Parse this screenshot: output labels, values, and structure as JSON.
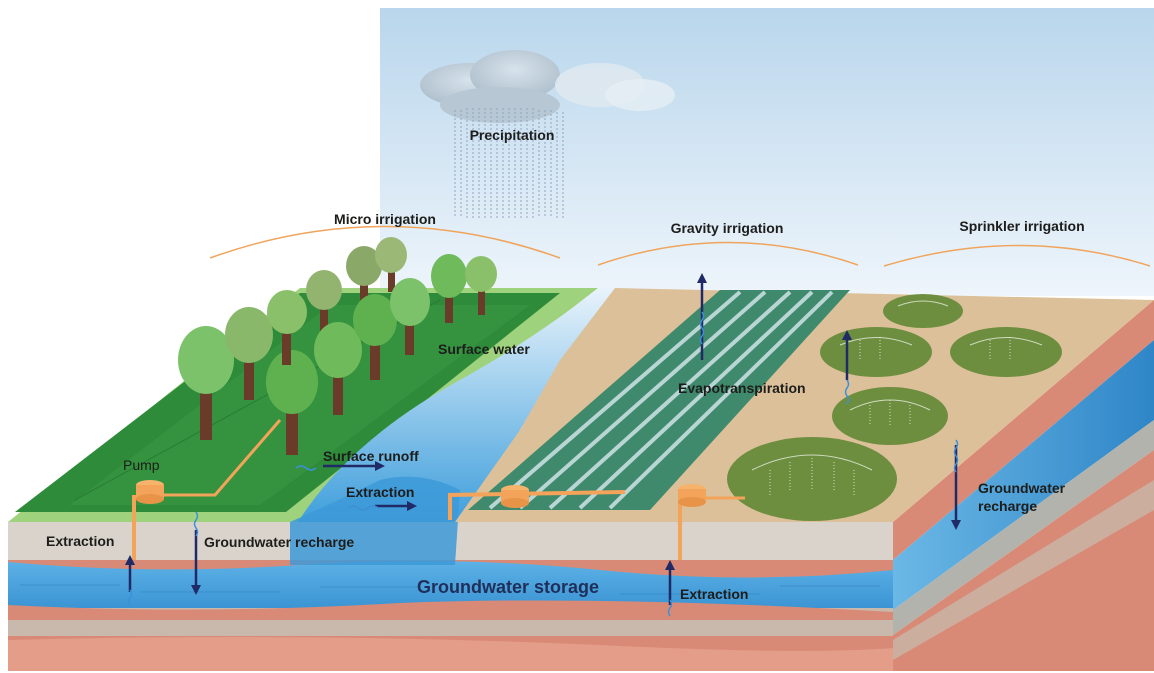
{
  "labels": {
    "precipitation": "Precipitation",
    "micro_irrigation": "Micro irrigation",
    "gravity_irrigation": "Gravity irrigation",
    "sprinkler_irrigation": "Sprinkler irrigation",
    "surface_water": "Surface water",
    "evapotranspiration": "Evapotranspiration",
    "pump": "Pump",
    "surface_runoff": "Surface runoff",
    "extraction_mid": "Extraction",
    "extraction_left": "Extraction",
    "groundwater_recharge_left": "Groundwater recharge",
    "groundwater_recharge_right_1": "Groundwater",
    "groundwater_recharge_right_2": "recharge",
    "groundwater_storage": "Groundwater storage",
    "extraction_right": "Extraction"
  },
  "colors": {
    "sky": "#cfe3f2",
    "orchard_green": "#2f8a3c",
    "field_tan": "#dcc09a",
    "water_blue": "#4aa7df",
    "soil_red": "#d98a76",
    "arrow_navy": "#1f2a66",
    "pipe_orange": "#f4a35a"
  }
}
